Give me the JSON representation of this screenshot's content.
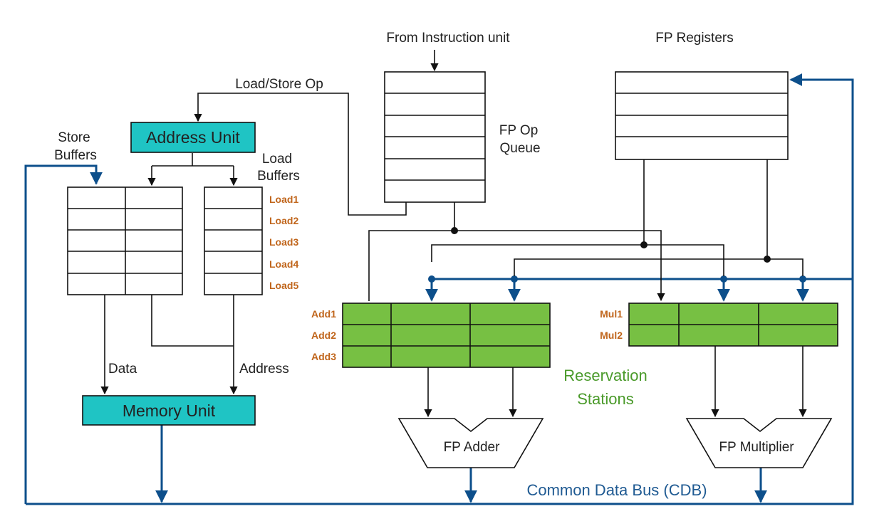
{
  "labels": {
    "from_instruction_unit": "From Instruction unit",
    "fp_registers": "FP Registers",
    "load_store_op": "Load/Store Op",
    "address_unit": "Address Unit",
    "store_buffers_1": "Store",
    "store_buffers_2": "Buffers",
    "load_buffers_1": "Load",
    "load_buffers_2": "Buffers",
    "fp_op_queue_1": "FP Op",
    "fp_op_queue_2": "Queue",
    "data": "Data",
    "address": "Address",
    "memory_unit": "Memory Unit",
    "reservation_stations_1": "Reservation",
    "reservation_stations_2": "Stations",
    "fp_adder": "FP Adder",
    "fp_multiplier": "FP Multiplier",
    "cdb": "Common Data Bus (CDB)"
  },
  "load_buffers": [
    "Load1",
    "Load2",
    "Load3",
    "Load4",
    "Load5"
  ],
  "add_stations": [
    "Add1",
    "Add2",
    "Add3"
  ],
  "mul_stations": [
    "Mul1",
    "Mul2"
  ],
  "colors": {
    "unit_fill": "#1fc4c4",
    "station_fill": "#77c043",
    "bus": "#0d4f8b",
    "station_label": "#c0651b",
    "reservation_text": "#4a9a2a",
    "cdb_text": "#1f5a92"
  }
}
